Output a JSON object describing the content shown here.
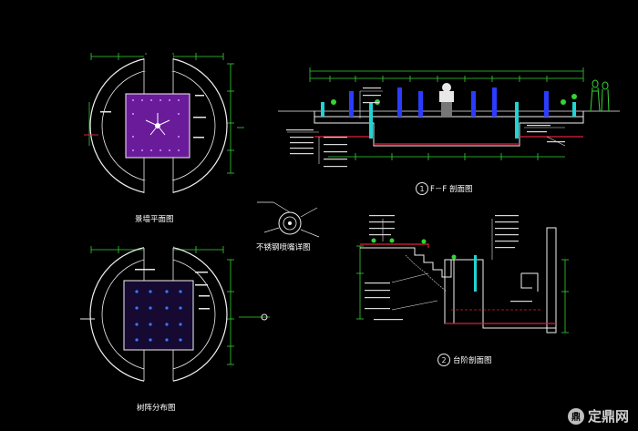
{
  "drawing": {
    "plan_top_title": "景墙平面图",
    "plan_bottom_title": "树阵分布图",
    "detail_title": "不锈钢喷嘴详图",
    "section1_title": "F－F 剖面图",
    "section1_number": "1",
    "section2_title": "台阶剖面图",
    "section2_number": "2"
  },
  "watermark": {
    "brand": "定鼎网",
    "logo_glyph": "鼎"
  },
  "colors": {
    "background": "#000000",
    "dimension_line": "#35d435",
    "outline": "#f2f2f2",
    "purple_fill": "#6a1b9a",
    "blue_post": "#2b3cff",
    "red_line": "#e0203a",
    "cyan": "#22d3d3",
    "yellow": "#e8e020"
  }
}
